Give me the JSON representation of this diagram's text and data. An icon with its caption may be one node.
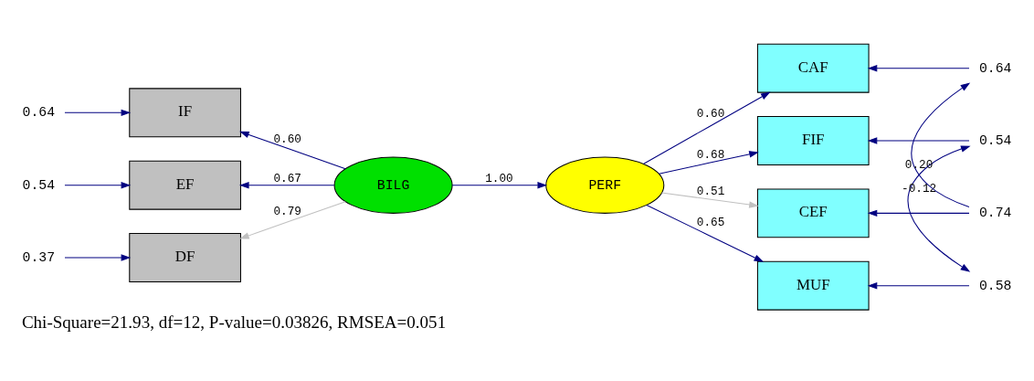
{
  "diagram": {
    "caption": "Chi-Square=21.93, df=12, P-value=0.03826, RMSEA=0.051",
    "nodes": [
      {
        "text": [
          "DF"
        ]
      },
      {
        "text": [
          "IF"
        ]
      },
      {
        "text": [
          "EF"
        ]
      },
      {
        "text": [
          "BILG"
        ]
      },
      {
        "text": [
          "PERF"
        ]
      },
      {
        "text": [
          "CAF"
        ]
      },
      {
        "text": [
          "FIF"
        ]
      },
      {
        "text": [
          "CEF"
        ]
      },
      {
        "text": [
          "MUF"
        ]
      },
      {
        "text": [
          "0.37"
        ]
      },
      {
        "text": [
          "0.64"
        ]
      },
      {
        "text": [
          "0.54"
        ]
      },
      {
        "text": [
          "0.64"
        ]
      },
      {
        "text": [
          "0.54"
        ]
      },
      {
        "text": [
          "0.74"
        ]
      },
      {
        "text": [
          "0.58"
        ]
      }
    ],
    "edges": [
      {
        "from": 9,
        "to": 0,
        "arrow": "to"
      },
      {
        "from": 10,
        "to": 1,
        "arrow": "to"
      },
      {
        "from": 11,
        "to": 2,
        "arrow": "to"
      },
      {
        "from": 3,
        "to": 0,
        "arrow": "to",
        "label": "0.79",
        "color": "#c0c0c0"
      },
      {
        "from": 3,
        "to": 1,
        "arrow": "to",
        "label": "0.60"
      },
      {
        "from": 3,
        "to": 2,
        "arrow": "to",
        "label": "0.67"
      },
      {
        "from": 3,
        "to": 4,
        "arrow": "to",
        "label": "1.00"
      },
      {
        "from": 4,
        "to": 5,
        "arrow": "to",
        "label": "0.60"
      },
      {
        "from": 4,
        "to": 6,
        "arrow": "to",
        "label": "0.68"
      },
      {
        "from": 4,
        "to": 7,
        "arrow": "to",
        "label": "0.51",
        "color": "#c0c0c0"
      },
      {
        "from": 4,
        "to": 8,
        "arrow": "to",
        "label": "0.65"
      },
      {
        "from": 12,
        "to": 5,
        "arrow": "to"
      },
      {
        "from": 13,
        "to": 6,
        "arrow": "to"
      },
      {
        "from": 14,
        "to": 7,
        "arrow": "to"
      },
      {
        "from": 15,
        "to": 8,
        "arrow": "to"
      },
      {
        "from": 14,
        "to": 12,
        "arrow": "to",
        "label": "0.20"
      },
      {
        "from": 13,
        "to": 15,
        "arrow": "both",
        "label": "-0.12"
      }
    ]
  }
}
